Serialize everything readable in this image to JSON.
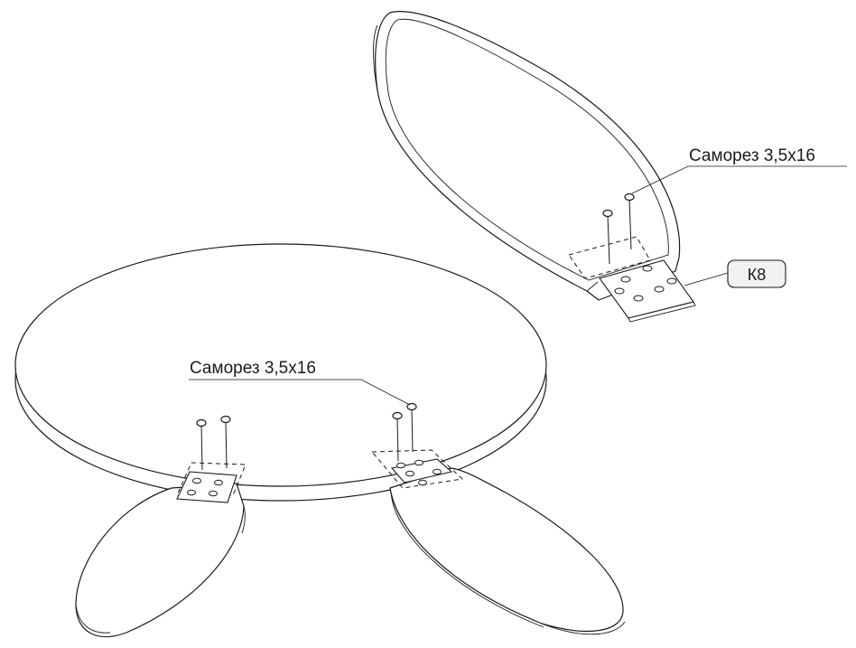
{
  "labels": {
    "screw_top": "Саморез 3,5x16",
    "screw_bottom": "Саморез 3,5x16",
    "part_badge": "К8"
  },
  "colors": {
    "line": "#1a1a1a",
    "fill": "#ffffff"
  }
}
